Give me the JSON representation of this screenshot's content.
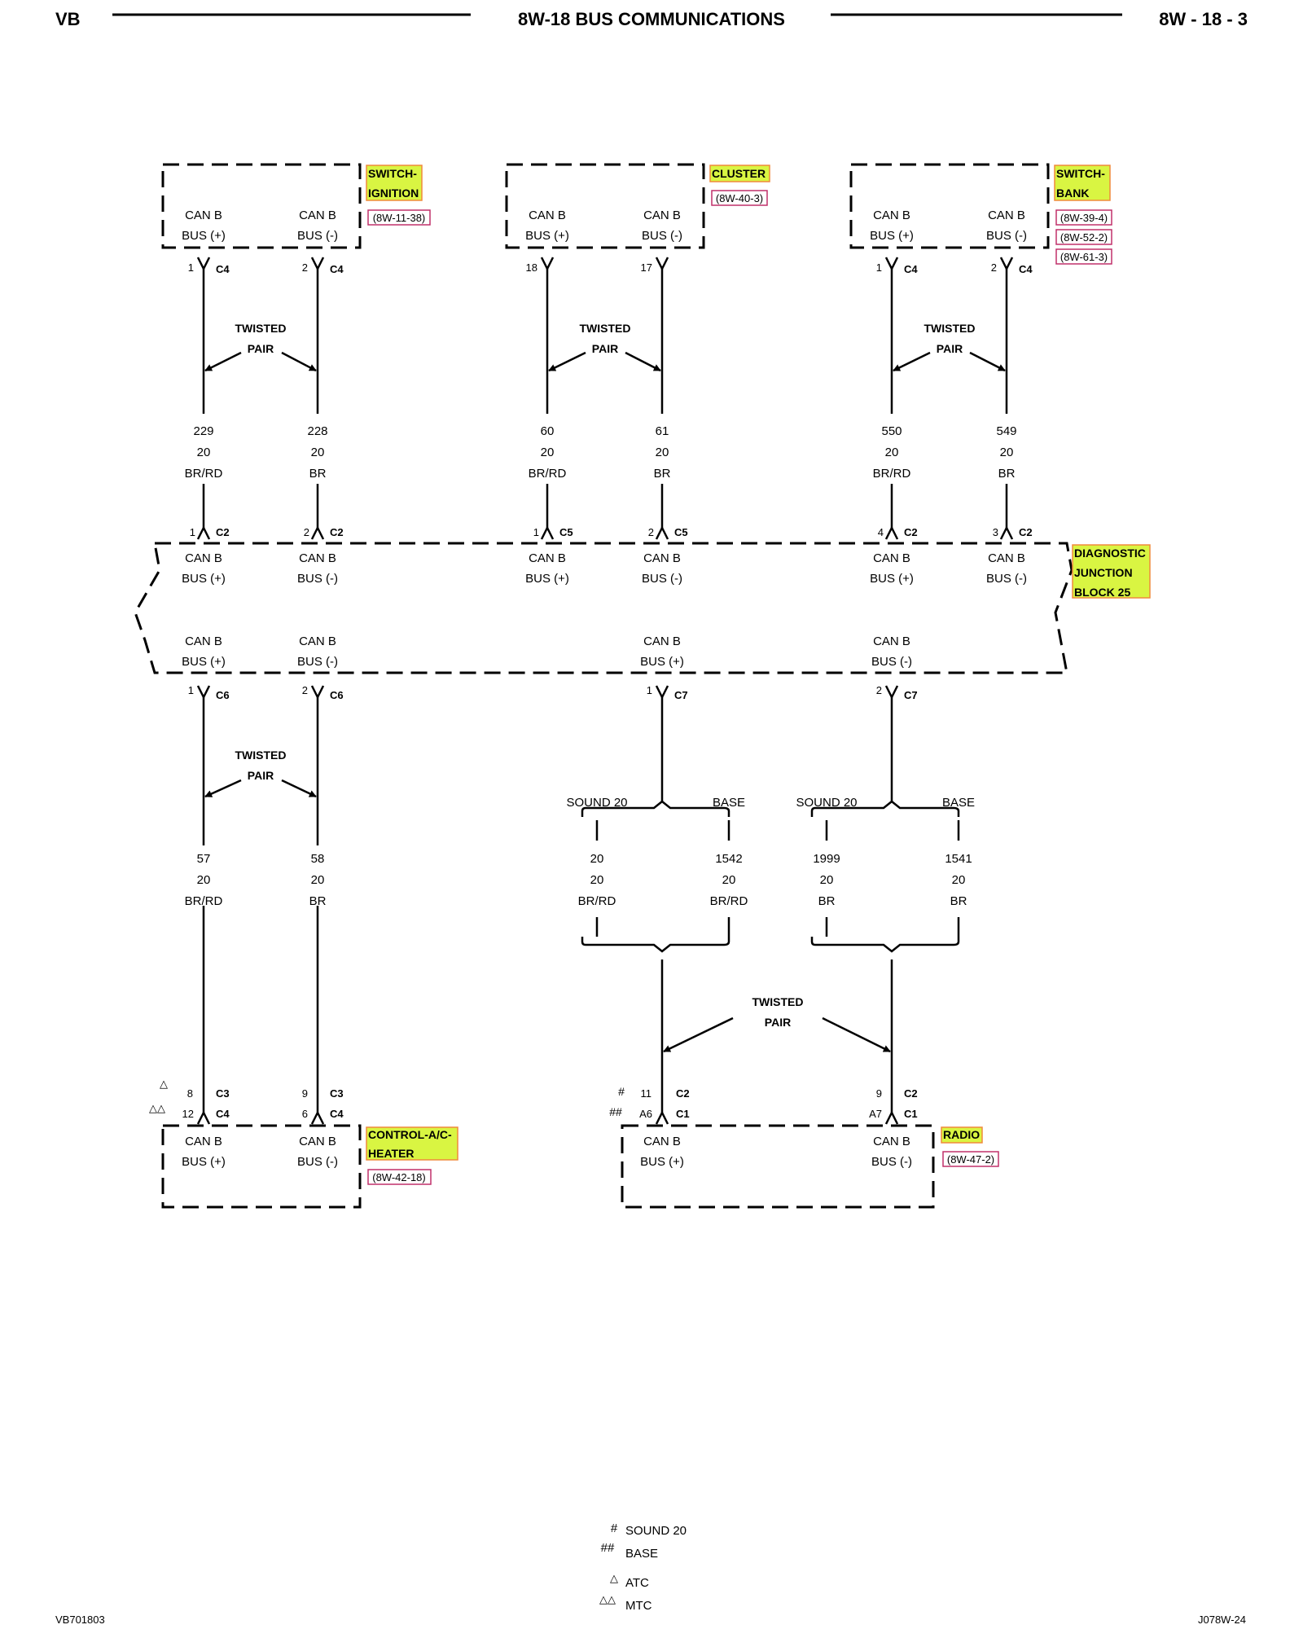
{
  "header": {
    "left": "VB",
    "title": "8W-18 BUS COMMUNICATIONS",
    "page": "8W - 18 - 3"
  },
  "footer": {
    "left": "VB701803",
    "right": "J078W-24"
  },
  "legend": [
    {
      "symbol": "#",
      "label": "SOUND 20"
    },
    {
      "symbol": "##",
      "label": "BASE"
    },
    {
      "symbol": "△",
      "label": "ATC"
    },
    {
      "symbol": "△△",
      "label": "MTC"
    }
  ],
  "common": {
    "can": "CAN B",
    "bus_pos": "BUS (+)",
    "bus_neg": "BUS (-)",
    "twisted": "TWISTED",
    "pair": "PAIR",
    "gauge": "20"
  },
  "components": {
    "switch_ignition": {
      "name": [
        "SWITCH-",
        "IGNITION"
      ],
      "refs": [
        "(8W-11-38)"
      ]
    },
    "cluster": {
      "name": [
        "CLUSTER"
      ],
      "refs": [
        "(8W-40-3)"
      ]
    },
    "switch_bank": {
      "name": [
        "SWITCH-",
        "BANK"
      ],
      "refs": [
        "(8W-39-4)",
        "(8W-52-2)",
        "(8W-61-3)"
      ]
    },
    "diag_junction": {
      "name": [
        "DIAGNOSTIC",
        "JUNCTION",
        "BLOCK 25"
      ]
    },
    "control_ac_heater": {
      "name": [
        "CONTROL-A/C-",
        "HEATER"
      ],
      "refs": [
        "(8W-42-18)"
      ]
    },
    "radio": {
      "name": [
        "RADIO"
      ],
      "refs": [
        "(8W-47-2)"
      ]
    }
  },
  "top_connectors": [
    {
      "pin": "1",
      "conn": "C4"
    },
    {
      "pin": "2",
      "conn": "C4"
    },
    {
      "pin": "18",
      "conn": ""
    },
    {
      "pin": "17",
      "conn": ""
    },
    {
      "pin": "1",
      "conn": "C4"
    },
    {
      "pin": "2",
      "conn": "C4"
    }
  ],
  "upper_wires": [
    {
      "circuit": "229",
      "gauge": "20",
      "color": "BR/RD"
    },
    {
      "circuit": "228",
      "gauge": "20",
      "color": "BR"
    },
    {
      "circuit": "60",
      "gauge": "20",
      "color": "BR/RD"
    },
    {
      "circuit": "61",
      "gauge": "20",
      "color": "BR"
    },
    {
      "circuit": "550",
      "gauge": "20",
      "color": "BR/RD"
    },
    {
      "circuit": "549",
      "gauge": "20",
      "color": "BR"
    }
  ],
  "junction_top_connectors": [
    {
      "pin": "1",
      "conn": "C2"
    },
    {
      "pin": "2",
      "conn": "C2"
    },
    {
      "pin": "1",
      "conn": "C5"
    },
    {
      "pin": "2",
      "conn": "C5"
    },
    {
      "pin": "4",
      "conn": "C2"
    },
    {
      "pin": "3",
      "conn": "C2"
    }
  ],
  "junction_bottom_connectors": [
    {
      "pin": "1",
      "conn": "C6"
    },
    {
      "pin": "2",
      "conn": "C6"
    },
    {
      "pin": "1",
      "conn": "C7"
    },
    {
      "pin": "2",
      "conn": "C7"
    }
  ],
  "lower_wires": [
    {
      "circuit": "57",
      "gauge": "20",
      "color": "BR/RD"
    },
    {
      "circuit": "58",
      "gauge": "20",
      "color": "BR"
    },
    {
      "circuit": "20",
      "gauge": "20",
      "color": "BR/RD"
    },
    {
      "circuit": "1542",
      "gauge": "20",
      "color": "BR/RD"
    },
    {
      "circuit": "1999",
      "gauge": "20",
      "color": "BR"
    },
    {
      "circuit": "1541",
      "gauge": "20",
      "color": "BR"
    }
  ],
  "splits": {
    "sound20": "SOUND 20",
    "base": "BASE"
  },
  "bottom_connectors": {
    "hvac_a": [
      {
        "mark": "△",
        "pin": "8",
        "conn": "C3"
      },
      {
        "mark": "△△",
        "pin": "12",
        "conn": "C4"
      }
    ],
    "hvac_b": [
      {
        "pin": "9",
        "conn": "C3"
      },
      {
        "pin": "6",
        "conn": "C4"
      }
    ],
    "radio_a": [
      {
        "mark": "#",
        "pin": "11",
        "conn": "C2"
      },
      {
        "mark": "##",
        "pin": "A6",
        "conn": "C1"
      }
    ],
    "radio_b": [
      {
        "pin": "9",
        "conn": "C2"
      },
      {
        "pin": "A7",
        "conn": "C1"
      }
    ]
  },
  "colors": {
    "ink": "#000000",
    "highlight_fill": "#d9f542",
    "highlight_border": "#f08a3c",
    "ref_border": "#c0306a",
    "ref_text": "#1a1a8a"
  }
}
